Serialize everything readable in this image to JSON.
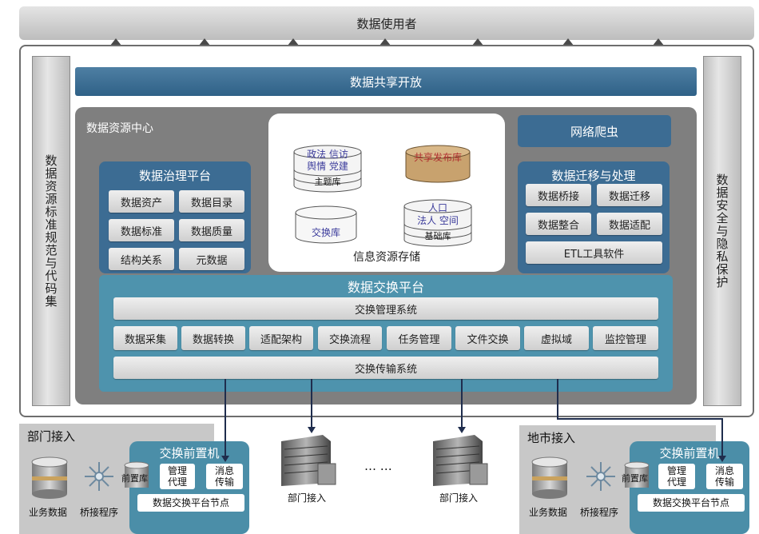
{
  "users": "数据使用者",
  "left_bar": "数据资源标准规范与代码集",
  "right_bar": "数据安全与隐私保护",
  "share": "数据共享开放",
  "resource_center": "数据资源中心",
  "governance": {
    "title": "数据治理平台",
    "items": [
      "数据资产",
      "数据目录",
      "数据标准",
      "数据质量",
      "结构关系",
      "元数据"
    ]
  },
  "info_storage": {
    "caption": "信息资源存储",
    "topic_db": {
      "l1": "政法  信访",
      "l2": "舆情   党建",
      "base": "主题库"
    },
    "publish_db": "共享发布库",
    "exchange_db": "交换库",
    "basic_db": {
      "l1": "人口",
      "l2": "法人    空间",
      "base": "基础库"
    }
  },
  "crawler": "网络爬虫",
  "migration": {
    "title": "数据迁移与处理",
    "items": [
      "数据桥接",
      "数据迁移",
      "数据整合",
      "数据适配",
      "ETL工具软件"
    ]
  },
  "exchange_platform": {
    "title": "数据交换平台",
    "mgmt": "交换管理系统",
    "modules": [
      "数据采集",
      "数据转换",
      "适配架构",
      "交换流程",
      "任务管理",
      "文件交换",
      "虚拟域",
      "监控管理"
    ],
    "transport": "交换传输系统"
  },
  "dept_access": {
    "title": "部门接入",
    "biz_data": "业务数据",
    "bridge": "桥接程序",
    "front_db": "前置库",
    "node_title": "交换前置机",
    "mgmt_agent": [
      "管理",
      "代理"
    ],
    "msg_transport": [
      "消息",
      "传输"
    ],
    "node_label": "数据交换平台节点"
  },
  "servers": [
    "部门接入",
    "部门接入"
  ],
  "ellipsis": "… …",
  "city_access": {
    "title": "地市接入",
    "biz_data": "业务数据",
    "bridge": "桥接程序",
    "front_db": "前置库",
    "node_title": "交换前置机",
    "mgmt_agent": [
      "管理",
      "代理"
    ],
    "msg_transport": [
      "消息",
      "传输"
    ],
    "node_label": "数据交换平台节点"
  },
  "colors": {
    "dark_blue": "#3c6c93",
    "exchange_teal": "#4e93ad",
    "gray_panel": "#7f7f7f",
    "publish_db_fill": "#c8a26e"
  }
}
